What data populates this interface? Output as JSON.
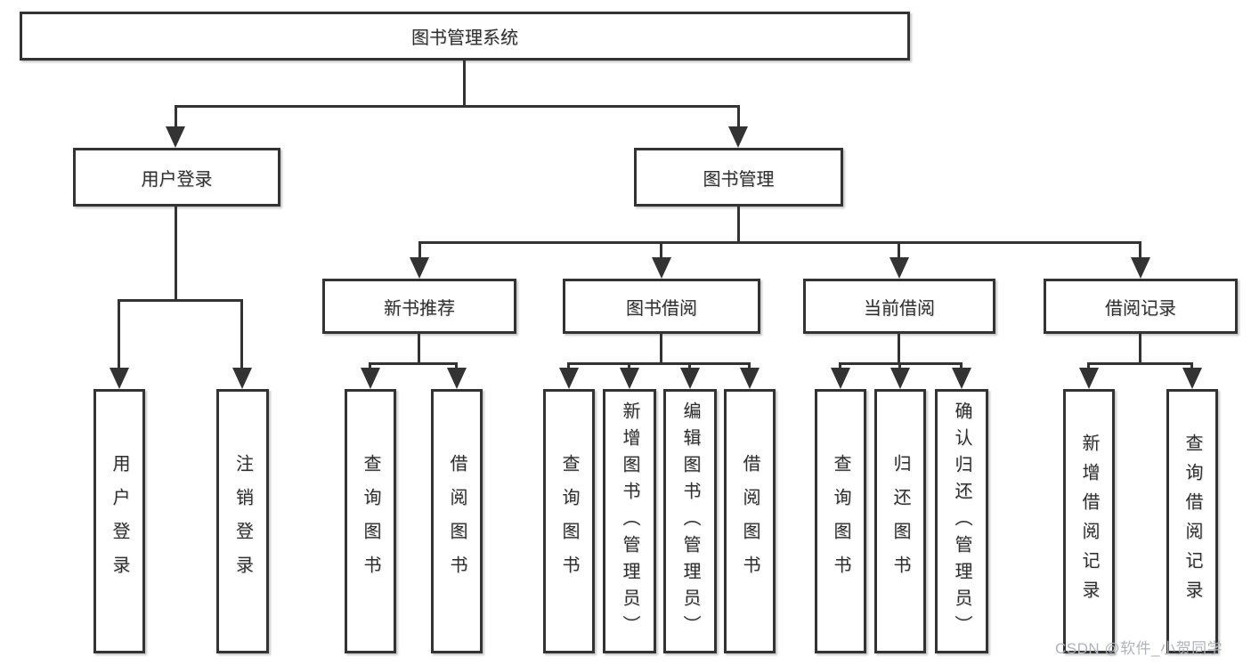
{
  "tree": {
    "root": {
      "label": "图书管理系统"
    },
    "branches": [
      {
        "label": "用户登录",
        "children": [
          {
            "label": "用户登录"
          },
          {
            "label": "注销登录"
          }
        ]
      },
      {
        "label": "图书管理",
        "children": [
          {
            "label": "新书推荐",
            "children": [
              {
                "label": "查询图书"
              },
              {
                "label": "借阅图书"
              }
            ]
          },
          {
            "label": "图书借阅",
            "children": [
              {
                "label": "查询图书"
              },
              {
                "label": "新增图书（管理员）"
              },
              {
                "label": "编辑图书（管理员）"
              },
              {
                "label": "借阅图书"
              }
            ]
          },
          {
            "label": "当前借阅",
            "children": [
              {
                "label": "查询图书"
              },
              {
                "label": "归还图书"
              },
              {
                "label": "确认归还（管理员）"
              }
            ]
          },
          {
            "label": "借阅记录",
            "children": [
              {
                "label": "新增借阅记录"
              },
              {
                "label": "查询借阅记录"
              }
            ]
          }
        ]
      }
    ]
  },
  "watermark": "CSDN @软件_小贺同学",
  "colors": {
    "line": "#333333",
    "text": "#2f2f2f",
    "watermark": "#b0b3b8",
    "background": "#ffffff"
  }
}
